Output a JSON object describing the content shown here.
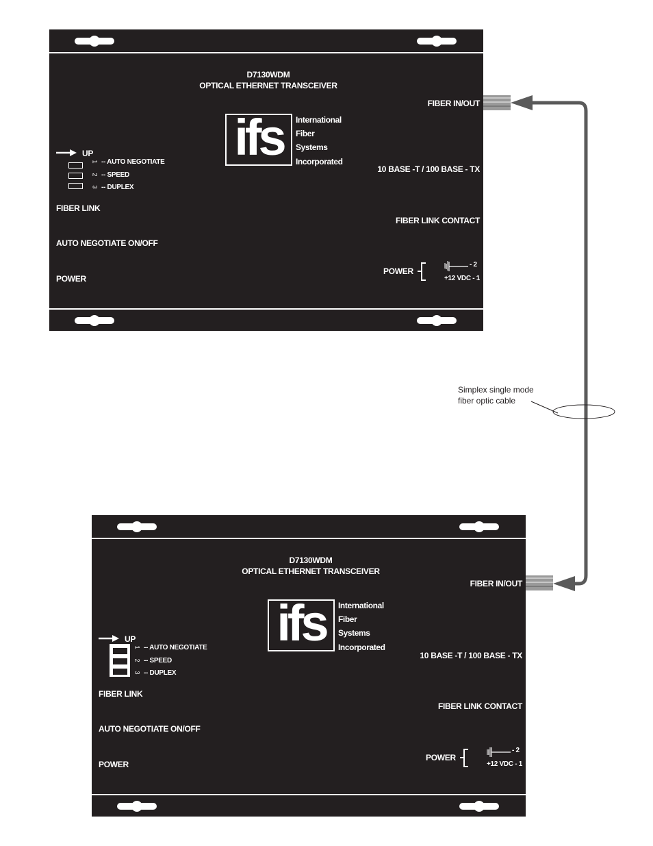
{
  "device_1": {
    "model": "D7130WDM",
    "product": "OPTICAL ETHERNET TRANSCEIVER",
    "logo": "ifs",
    "company_lines": [
      "International",
      "Fiber",
      "Systems",
      "Incorporated"
    ],
    "switch_up_label": "UP",
    "switches": [
      {
        "number": "1",
        "label": "-- AUTO NEGOTIATE"
      },
      {
        "number": "2",
        "label": "-- SPEED"
      },
      {
        "number": "3",
        "label": "-- DUPLEX"
      }
    ],
    "switch_state": "off",
    "left_labels": [
      "FIBER LINK",
      "AUTO NEGOTIATE ON/OFF",
      "POWER"
    ],
    "fiber_port": "FIBER IN/OUT",
    "ethernet_port": "10 BASE -T / 100 BASE - TX",
    "contact_label": "FIBER LINK CONTACT",
    "power_label": "POWER",
    "power_pin_2": "- 2",
    "power_pin_1": "+12 VDC - 1"
  },
  "device_2": {
    "model": "D7130WDM",
    "product": "OPTICAL ETHERNET TRANSCEIVER",
    "logo": "ifs",
    "company_lines": [
      "International",
      "Fiber",
      "Systems",
      "Incorporated"
    ],
    "switch_up_label": "UP",
    "switches": [
      {
        "number": "1",
        "label": "-- AUTO NEGOTIATE"
      },
      {
        "number": "2",
        "label": "-- SPEED"
      },
      {
        "number": "3",
        "label": "-- DUPLEX"
      }
    ],
    "switch_state": "on",
    "left_labels": [
      "FIBER LINK",
      "AUTO NEGOTIATE ON/OFF",
      "POWER"
    ],
    "fiber_port": "FIBER IN/OUT",
    "ethernet_port": "10 BASE -T / 100 BASE - TX",
    "contact_label": "FIBER LINK CONTACT",
    "power_label": "POWER",
    "power_pin_2": "- 2",
    "power_pin_1": "+12 VDC - 1"
  },
  "cable": {
    "caption_line_1": "Simplex single mode",
    "caption_line_2": "fiber optic cable",
    "color": "#5a5a5a"
  },
  "colors": {
    "panel": "#231f20",
    "text": "#ffffff",
    "connector": "#9a9a9a"
  }
}
